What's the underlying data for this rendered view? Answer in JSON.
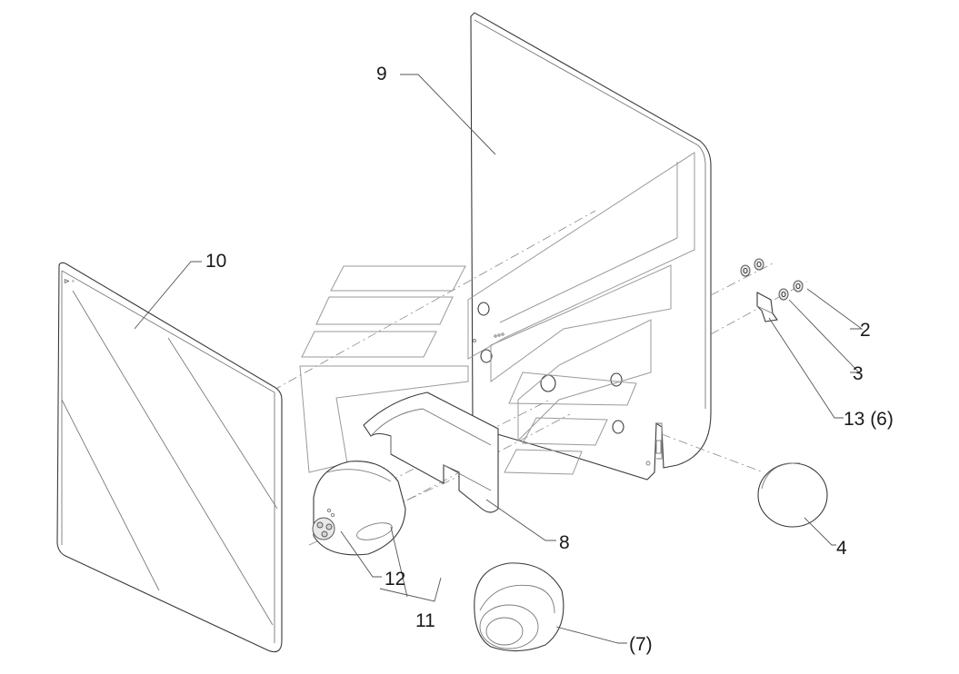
{
  "labels": {
    "p2": "2",
    "p3": "3",
    "p4": "4",
    "p7": "(7)",
    "p8": "8",
    "p9": "9",
    "p10": "10",
    "p11": "11",
    "p12": "12",
    "p13": "13 (6)"
  },
  "colors": {
    "line": "#3a3a3a",
    "fill_grey": "#d4d4d4",
    "background": "#ffffff"
  }
}
